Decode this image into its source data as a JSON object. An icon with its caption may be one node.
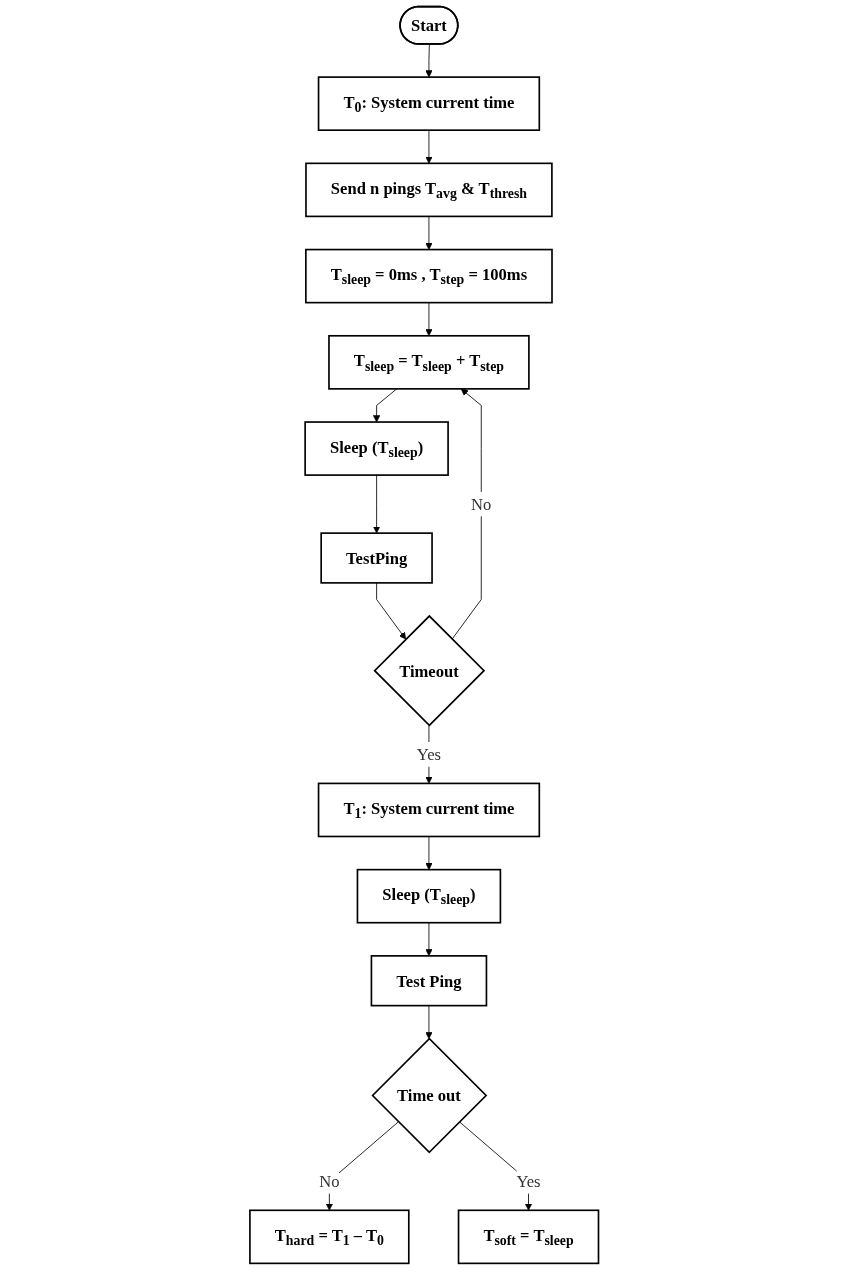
{
  "diagram": {
    "nodes": [
      {
        "text": [
          "Start"
        ]
      },
      {
        "text": [
          "T$_{0}$: System current time"
        ]
      },
      {
        "text": [
          "Send n pings T$_{avg}$ & T$_{thresh}$"
        ]
      },
      {
        "text": [
          "T$_{sleep}$ = 0ms , T$_{step}$ = 100ms"
        ]
      },
      {
        "text": [
          "T$_{sleep}$ = T$_{sleep}$ + T$_{step}$"
        ]
      },
      {
        "text": [
          "Sleep (T$_{sleep}$)"
        ]
      },
      {
        "text": [
          "TestPing"
        ]
      },
      {
        "text": [
          "Timeout"
        ]
      },
      {
        "text": [
          "T$_{1}$: System current time"
        ]
      },
      {
        "text": [
          "Sleep (T$_{sleep}$)"
        ]
      },
      {
        "text": [
          "Test Ping"
        ]
      },
      {
        "text": [
          "Time out"
        ]
      },
      {
        "text": [
          "T$_{hard}$ = T$_{1}$ – T$_{0}$"
        ]
      },
      {
        "text": [
          "T$_{soft}$ = T$_{sleep}$"
        ]
      }
    ],
    "edges": [
      {
        "from": 0,
        "to": 1,
        "arrow": "to"
      },
      {
        "from": 1,
        "to": 2,
        "arrow": "to"
      },
      {
        "from": 2,
        "to": 3,
        "arrow": "to"
      },
      {
        "from": 3,
        "to": 4,
        "arrow": "to"
      },
      {
        "from": 4,
        "to": 5,
        "arrow": "to"
      },
      {
        "from": 5,
        "to": 6,
        "arrow": "to"
      },
      {
        "from": 6,
        "to": 7,
        "arrow": "to"
      },
      {
        "from": 7,
        "to": 4,
        "arrow": "to",
        "label": "No"
      },
      {
        "from": 7,
        "to": 8,
        "arrow": "to",
        "label": "Yes"
      },
      {
        "from": 8,
        "to": 9,
        "arrow": "to"
      },
      {
        "from": 9,
        "to": 10,
        "arrow": "to"
      },
      {
        "from": 10,
        "to": 11,
        "arrow": "to"
      },
      {
        "from": 11,
        "to": 12,
        "arrow": "to",
        "label": "No"
      },
      {
        "from": 11,
        "to": 13,
        "arrow": "to",
        "label": "Yes"
      }
    ]
  }
}
